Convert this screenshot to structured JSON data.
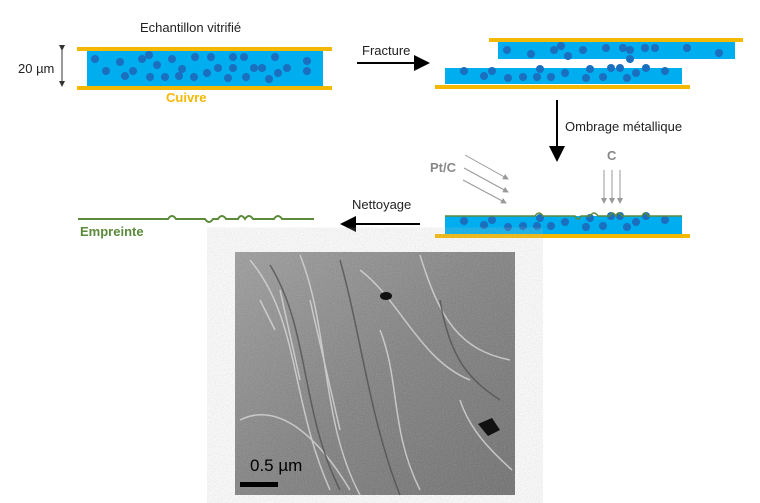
{
  "title": "Echantillon vitrifié",
  "thickness_label": "20 µm",
  "copper_label": "Cuivre",
  "step_fracture": "Fracture",
  "step_shadowing": "Ombrage métallique",
  "shadow_ptc": "Pt/C",
  "shadow_c": "C",
  "step_cleaning": "Nettoyage",
  "replica_label": "Empreinte",
  "micrograph_scale": "0.5 µm",
  "colors": {
    "copper": "#F5B800",
    "ice": "#00AEEF",
    "particle": "#1B6FBF",
    "replica": "#5A8A3A",
    "arrow_gray": "#999999"
  }
}
